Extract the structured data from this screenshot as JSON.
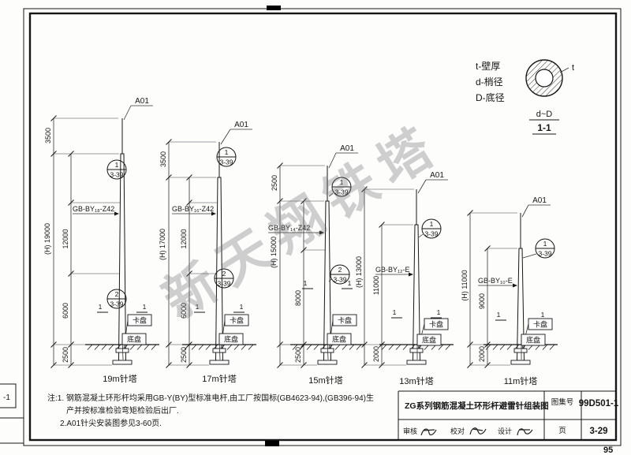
{
  "watermark": "新天翔铁塔",
  "page_number": "95",
  "side_tab": "-1",
  "legend": {
    "t_label": "t-壁厚",
    "d_label": "d-梢径",
    "D_label": "D-底径",
    "t_mark": "t",
    "section_dim": "d~D",
    "section_name": "1-1"
  },
  "notes": {
    "line1": "注:1. 钢筋混凝土环形杆均采用GB-Y(BY)型标准电杆,由工厂按国标(GB4623-94),(GB396-94)生",
    "line2": "产并按标准检验弯矩检验后出厂.",
    "line3": "2.A01针尖安装图参见3-60页."
  },
  "title_block": {
    "title": "ZG系列钢筋混凝土环形杆避雷针组装图",
    "atlas_label": "图集号",
    "atlas_number": "99D501-1",
    "page_label": "页",
    "page_value": "3-29",
    "reviewer_label": "审核",
    "checker_label": "校对",
    "designer_label": "设计"
  },
  "poles": [
    {
      "name": "19m针塔",
      "tip_label": "A01",
      "spec": "GB-BY₁₈-Z42",
      "detail1_num": "1",
      "detail1_ref": "3-39",
      "detail2_num": "2",
      "detail2_ref": "3-39",
      "dim_top": "3500",
      "dim_total": "(H) 19000",
      "dim_mid1": "12000",
      "dim_mid2": "6000",
      "dim_buried": "2500",
      "clamp_label": "卡盘",
      "base_label": "底盘",
      "section_mark": "1"
    },
    {
      "name": "17m针塔",
      "tip_label": "A01",
      "spec": "GB-BY₁₆-Z42",
      "detail1_num": "1",
      "detail1_ref": "3-39",
      "detail2_num": "2",
      "detail2_ref": "3-39",
      "dim_top": "3500",
      "dim_total": "(H) 17000",
      "dim_mid1": "12000",
      "dim_mid2": "6000",
      "dim_buried": "2500",
      "clamp_label": "卡盘",
      "base_label": "底盘",
      "section_mark": "1"
    },
    {
      "name": "15m针塔",
      "tip_label": "A01",
      "spec": "GB-BY₁₄-Z42",
      "detail1_num": "1",
      "detail1_ref": "3-39",
      "detail2_num": "2",
      "detail2_ref": "3-39",
      "dim_top": "2500",
      "dim_total": "(H) 15000",
      "dim_mid1": "8000",
      "dim_buried": "2500",
      "clamp_label": "卡盘",
      "base_label": "底盘",
      "section_mark": "1"
    },
    {
      "name": "13m针塔",
      "tip_label": "A01",
      "spec": "GB-BY₁₂-E",
      "detail1_num": "1",
      "detail1_ref": "3-39",
      "dim_total": "(H) 13000",
      "dim_mid1": "11000",
      "dim_buried": "2000",
      "clamp_label": "卡盘",
      "base_label": "底盘",
      "section_mark": "1"
    },
    {
      "name": "11m针塔",
      "tip_label": "A01",
      "spec": "GB-BY₁₀-E",
      "detail1_num": "1",
      "detail1_ref": "3-39",
      "dim_total": "(H) 11000",
      "dim_mid1": "9000",
      "dim_buried": "2000",
      "clamp_label": "卡盘",
      "base_label": "底盘",
      "section_mark": "1"
    }
  ]
}
